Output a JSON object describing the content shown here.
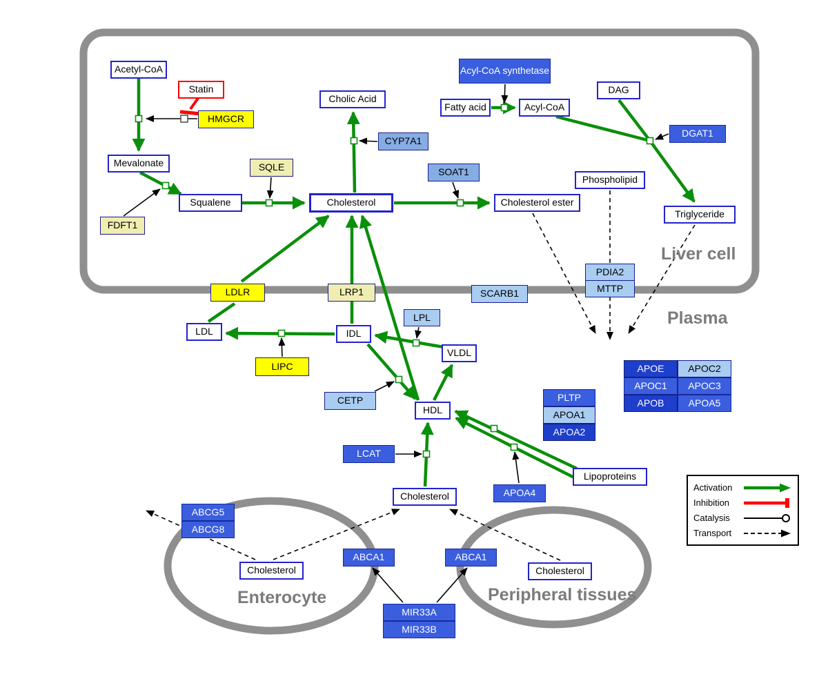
{
  "compartments": {
    "liver": "Liver cell",
    "plasma": "Plasma",
    "enterocyte": "Enterocyte",
    "peripheral": "Peripheral tissues"
  },
  "nodes": {
    "acetyl_coa": "Acetyl-CoA",
    "statin": "Statin",
    "hmgcr": "HMGCR",
    "mevalonate": "Mevalonate",
    "sqle": "SQLE",
    "fdft1": "FDFT1",
    "squalene": "Squalene",
    "cholesterol_liver": "Cholesterol",
    "cholic_acid": "Cholic Acid",
    "cyp7a1": "CYP7A1",
    "soat1": "SOAT1",
    "cholesterol_ester": "Cholesterol ester",
    "acyl_coa_synthetase": "Acyl-CoA synthetase",
    "fatty_acid": "Fatty acid",
    "acyl_coa": "Acyl-CoA",
    "dag": "DAG",
    "dgat1": "DGAT1",
    "phospholipid": "Phospholipid",
    "triglyceride": "Triglyceride",
    "pdia2": "PDIA2",
    "mttp": "MTTP",
    "ldlr": "LDLR",
    "lrp1": "LRP1",
    "scarb1": "SCARB1",
    "ldl": "LDL",
    "idl": "IDL",
    "lpl": "LPL",
    "vldl": "VLDL",
    "lipc": "LIPC",
    "cetp": "CETP",
    "hdl": "HDL",
    "pltp": "PLTP",
    "apoa1": "APOA1",
    "apoa2": "APOA2",
    "lcat": "LCAT",
    "apoa4": "APOA4",
    "lipoproteins": "Lipoproteins",
    "apoe": "APOE",
    "apoc2": "APOC2",
    "apoc1": "APOC1",
    "apoc3": "APOC3",
    "apob": "APOB",
    "apoa5": "APOA5",
    "cholesterol_plasma": "Cholesterol",
    "abcg5": "ABCG5",
    "abcg8": "ABCG8",
    "cholesterol_enterocyte": "Cholesterol",
    "abca1_enterocyte": "ABCA1",
    "abca1_peripheral": "ABCA1",
    "cholesterol_peripheral": "Cholesterol",
    "mir33a": "MIR33A",
    "mir33b": "MIR33B"
  },
  "legend": {
    "activation": "Activation",
    "inhibition": "Inhibition",
    "catalysis": "Catalysis",
    "transport": "Transport"
  },
  "colors": {
    "activation_green": "#0a8f0a",
    "inhibition_red": "#ff0000",
    "membrane_gray": "#8f8f8f",
    "metabolite_border_blue": "#2222cc",
    "gene_yellow": "#ffff00",
    "gene_pale_yellow": "#efeeb0",
    "gene_light_blue": "#a9ccf1",
    "gene_mid_blue": "#86ade3",
    "gene_blue": "#3a5ede",
    "gene_dark_blue": "#1e3ecc"
  },
  "interactions": [
    {
      "source": "acetyl_coa",
      "target": "mevalonate",
      "type": "activation",
      "catalyst": "hmgcr",
      "inhibitor": "statin"
    },
    {
      "source": "mevalonate",
      "target": "squalene",
      "type": "activation",
      "catalyst": "fdft1"
    },
    {
      "source": "squalene",
      "target": "cholesterol_liver",
      "type": "activation",
      "catalyst": "sqle"
    },
    {
      "source": "cholesterol_liver",
      "target": "cholic_acid",
      "type": "activation",
      "catalyst": "cyp7a1"
    },
    {
      "source": "cholesterol_liver",
      "target": "cholesterol_ester",
      "type": "activation",
      "catalyst": "soat1"
    },
    {
      "source": "fatty_acid",
      "target": "acyl_coa",
      "type": "activation",
      "catalyst": "acyl_coa_synthetase"
    },
    {
      "source": "acyl_coa",
      "target": "triglyceride",
      "type": "activation",
      "catalyst": "dgat1"
    },
    {
      "source": "dag",
      "target": "triglyceride",
      "type": "activation",
      "catalyst": "dgat1"
    },
    {
      "source": "ldl",
      "target": "cholesterol_liver",
      "type": "activation",
      "via": "ldlr"
    },
    {
      "source": "idl",
      "target": "cholesterol_liver",
      "type": "activation",
      "via": "lrp1"
    },
    {
      "source": "hdl",
      "target": "cholesterol_liver",
      "type": "activation"
    },
    {
      "source": "idl",
      "target": "ldl",
      "type": "activation",
      "catalyst": "lipc"
    },
    {
      "source": "vldl",
      "target": "idl",
      "type": "activation",
      "catalyst": "lpl"
    },
    {
      "source": "idl",
      "target": "hdl",
      "type": "activation",
      "catalyst": "cetp"
    },
    {
      "source": "hdl",
      "target": "vldl",
      "type": "activation"
    },
    {
      "source": "cholesterol_plasma",
      "target": "hdl",
      "type": "activation",
      "catalyst": "lcat"
    },
    {
      "source": "lipoproteins",
      "target": "hdl",
      "type": "activation"
    },
    {
      "source": "lipoproteins",
      "target": "hdl",
      "type": "activation",
      "catalyst": "apoa4"
    },
    {
      "source": "cholesterol_ester",
      "target": "plasma",
      "type": "transport"
    },
    {
      "source": "phospholipid",
      "target": "plasma",
      "type": "transport"
    },
    {
      "source": "triglyceride",
      "target": "plasma",
      "type": "transport"
    },
    {
      "source": "cholesterol_enterocyte",
      "target": "cholesterol_plasma",
      "type": "transport",
      "via": "abca1_enterocyte"
    },
    {
      "source": "cholesterol_peripheral",
      "target": "cholesterol_plasma",
      "type": "transport",
      "via": "abca1_peripheral"
    },
    {
      "source": "cholesterol_enterocyte",
      "target": "intestinal_lumen",
      "type": "transport",
      "via": "abcg5/abcg8"
    },
    {
      "source": "mir33a",
      "target": "abca1_enterocyte",
      "type": "regulation"
    },
    {
      "source": "mir33b",
      "target": "abca1_peripheral",
      "type": "regulation"
    }
  ]
}
